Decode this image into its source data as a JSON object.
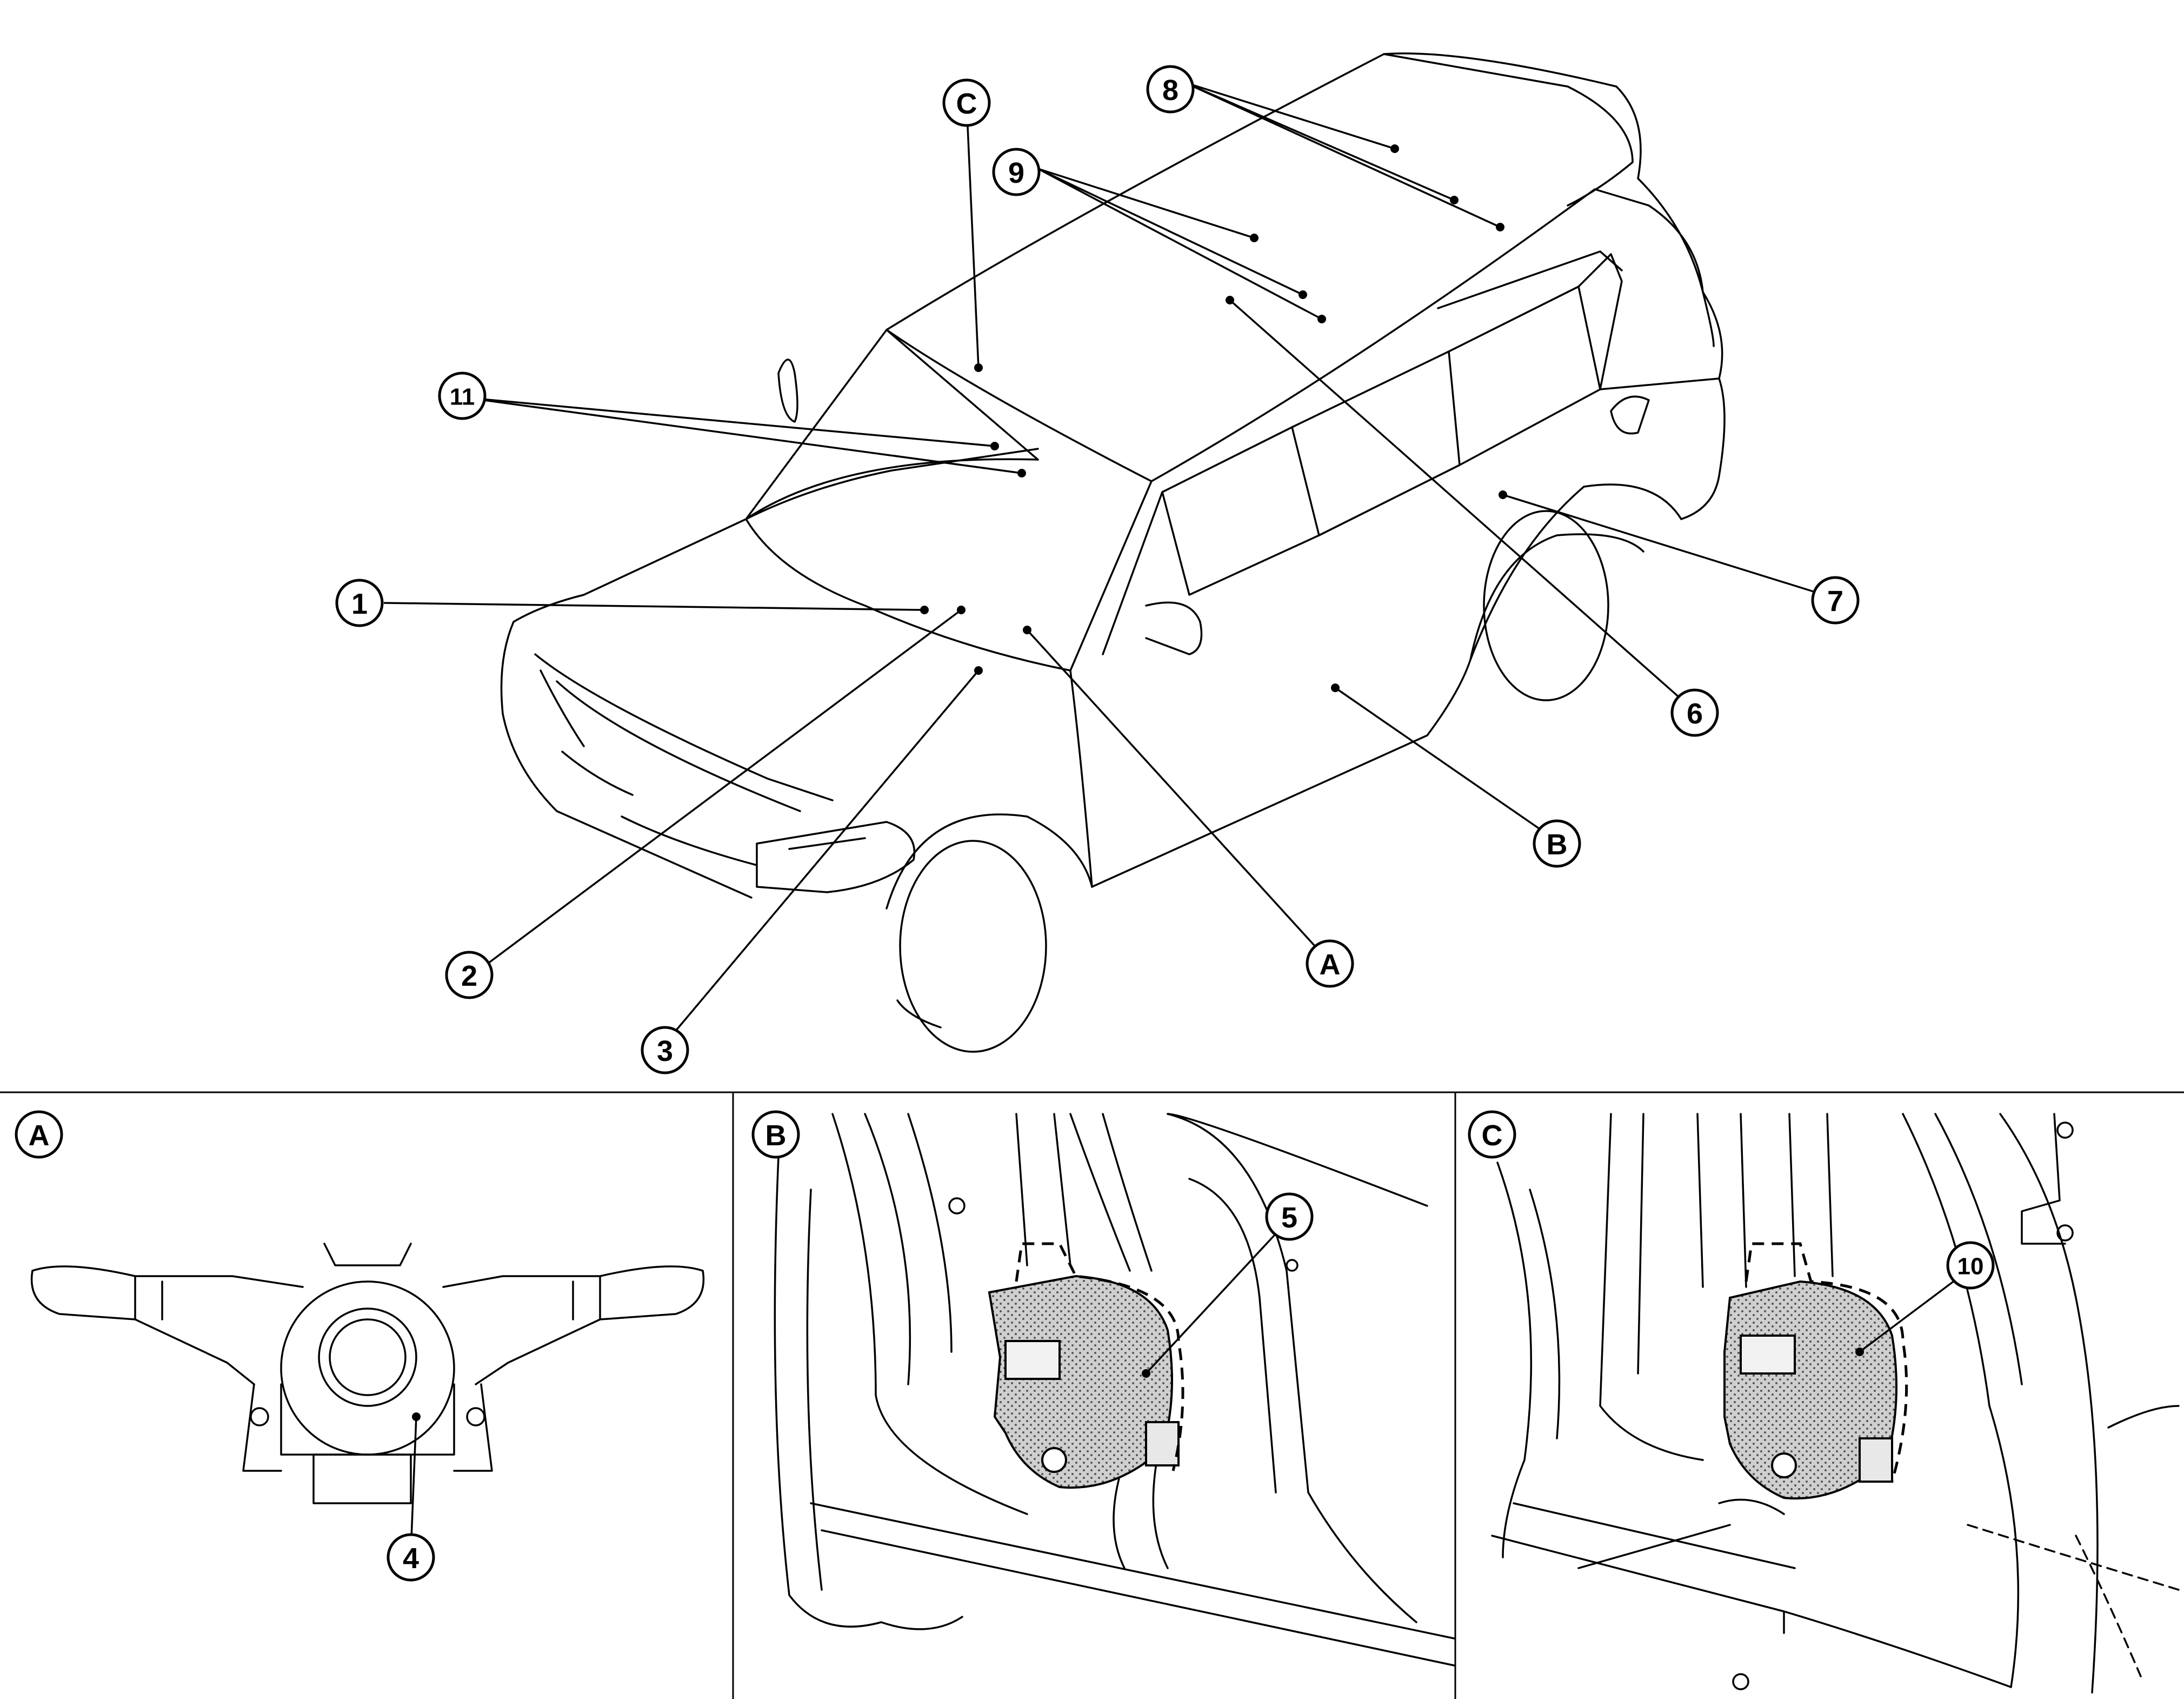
{
  "callouts": {
    "c1": "1",
    "c2": "2",
    "c3": "3",
    "c4": "4",
    "c5": "5",
    "c6": "6",
    "c7": "7",
    "c8": "8",
    "c9": "9",
    "c10": "10",
    "c11": "11",
    "cA": "A",
    "cB": "B",
    "cC": "C"
  },
  "insets": {
    "a_tag": "A",
    "b_tag": "B",
    "c_tag": "C"
  }
}
